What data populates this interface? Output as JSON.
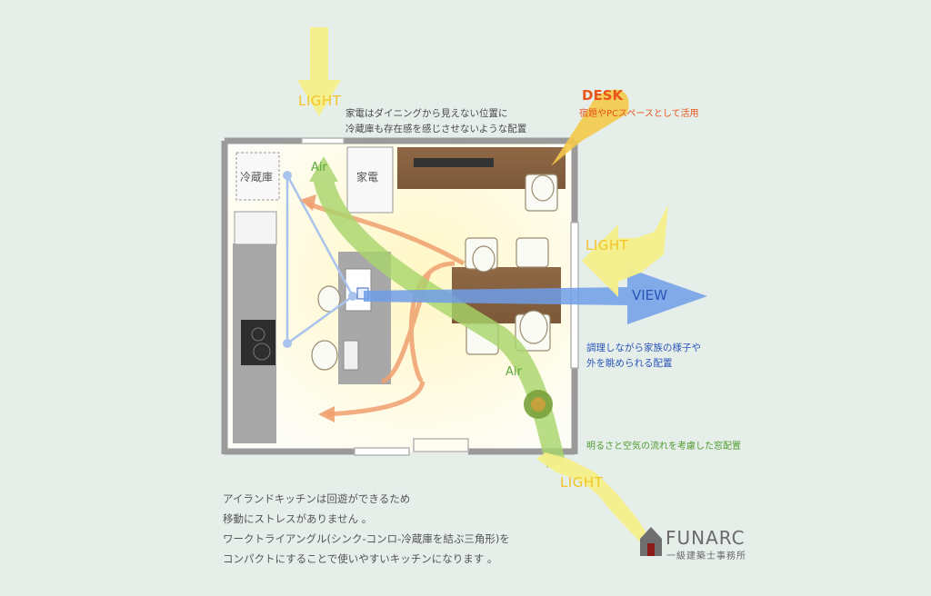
{
  "labels": {
    "light_top": "LIGHT",
    "light_right": "LIGHT",
    "light_bottom": "LIGHT",
    "appliance_note_line1": "家電はダイニングから見えない位置に",
    "appliance_note_line2": "冷蔵庫も存在感を感じさせないような配置",
    "desk_title": "DESK",
    "desk_sub": "宿題やPCスペースとして活用",
    "view": "VIEW",
    "view_note_line1": "調理しながら家族の様子や",
    "view_note_line2": "外を眺められる配置",
    "air_top": "Air",
    "air_bottom": "Air",
    "window_note": "明るさと空気の流れを考慮した窓配置",
    "fridge": "冷蔵庫",
    "appliances": "家電"
  },
  "bottom_note": [
    "アイランドキッチンは回遊ができるため",
    "移動にストレスがありません 。",
    "ワークトライアングル(シンク-コンロ-冷蔵庫を結ぶ三角形)を",
    "コンパクトにすることで使いやすいキッチンになります 。"
  ],
  "logo": {
    "name": "FUNARC",
    "sub": "一級建築士事務所"
  },
  "colors": {
    "background": "#e6eeea",
    "light_arrow": "#f6ef8a",
    "air_arrow": "#a8d46a",
    "flow_arrow": "#f0a070",
    "view_arrow": "#6f9ee8",
    "desk_balloon": "#f4c94a",
    "triangle": "#a8c4ec"
  }
}
